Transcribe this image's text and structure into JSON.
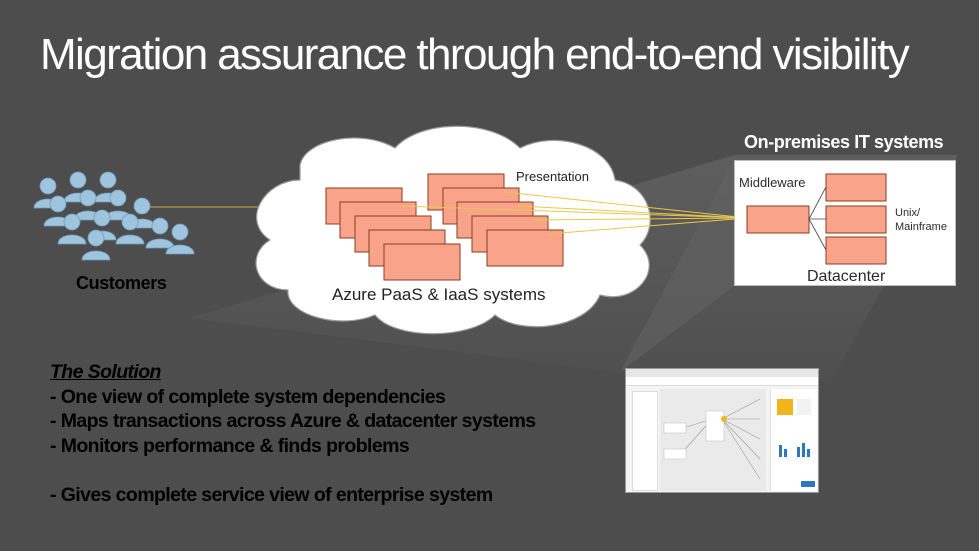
{
  "title": "Migration assurance through end-to-end visibility",
  "customers": {
    "label": "Customers"
  },
  "cloud": {
    "label": "Azure PaaS & IaaS systems",
    "presentation_label": "Presentation"
  },
  "onprem": {
    "header": "On-premises IT systems",
    "middleware_label": "Middleware",
    "unix_label_line1": "Unix/",
    "unix_label_line2": "Mainframe",
    "datacenter_label": "Datacenter"
  },
  "solution": {
    "heading": "The Solution",
    "items": [
      "- One view of complete system dependencies",
      "- Maps transactions across Azure & datacenter systems",
      "- Monitors performance & finds problems"
    ],
    "last_item": "- Gives complete service view of enterprise system"
  },
  "colors": {
    "background": "#4d4d4d",
    "box_fill": "#f9a48a",
    "box_stroke": "#8a3b1e",
    "connector": "#e8c84a",
    "person": "#9fc4de"
  },
  "icons": [
    "person-icon",
    "screenshot-thumbnail"
  ]
}
